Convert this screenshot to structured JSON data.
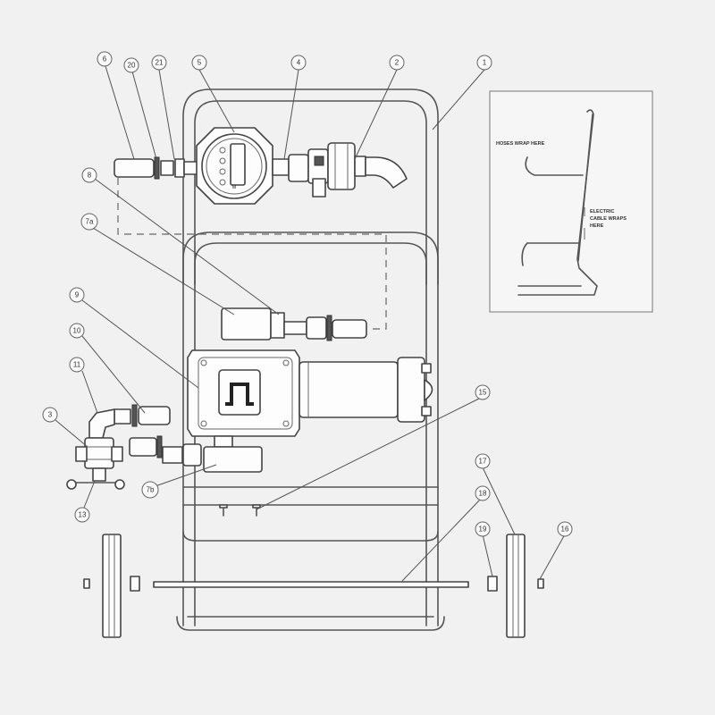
{
  "callouts": [
    {
      "id": "c1",
      "label": "1"
    },
    {
      "id": "c2",
      "label": "2"
    },
    {
      "id": "c3",
      "label": "3"
    },
    {
      "id": "c4",
      "label": "4"
    },
    {
      "id": "c5",
      "label": "5"
    },
    {
      "id": "c6",
      "label": "6"
    },
    {
      "id": "c7a",
      "label": "7a"
    },
    {
      "id": "c7b",
      "label": "7b"
    },
    {
      "id": "c8",
      "label": "8"
    },
    {
      "id": "c9",
      "label": "9"
    },
    {
      "id": "c10",
      "label": "10"
    },
    {
      "id": "c11",
      "label": "11"
    },
    {
      "id": "c13",
      "label": "13"
    },
    {
      "id": "c15",
      "label": "15"
    },
    {
      "id": "c16",
      "label": "16"
    },
    {
      "id": "c17",
      "label": "17"
    },
    {
      "id": "c18",
      "label": "18"
    },
    {
      "id": "c19",
      "label": "19"
    },
    {
      "id": "c20",
      "label": "20"
    },
    {
      "id": "c21",
      "label": "21"
    }
  ],
  "inset": {
    "hoses_note": "HOSES WRAP HERE",
    "cable_note_line1": "ELECTRIC",
    "cable_note_line2": "CABLE WRAPS",
    "cable_note_line3": "HERE"
  },
  "colors": {
    "line": "#555555",
    "background": "#f1f1f1",
    "part_fill": "#fdfdfd"
  }
}
